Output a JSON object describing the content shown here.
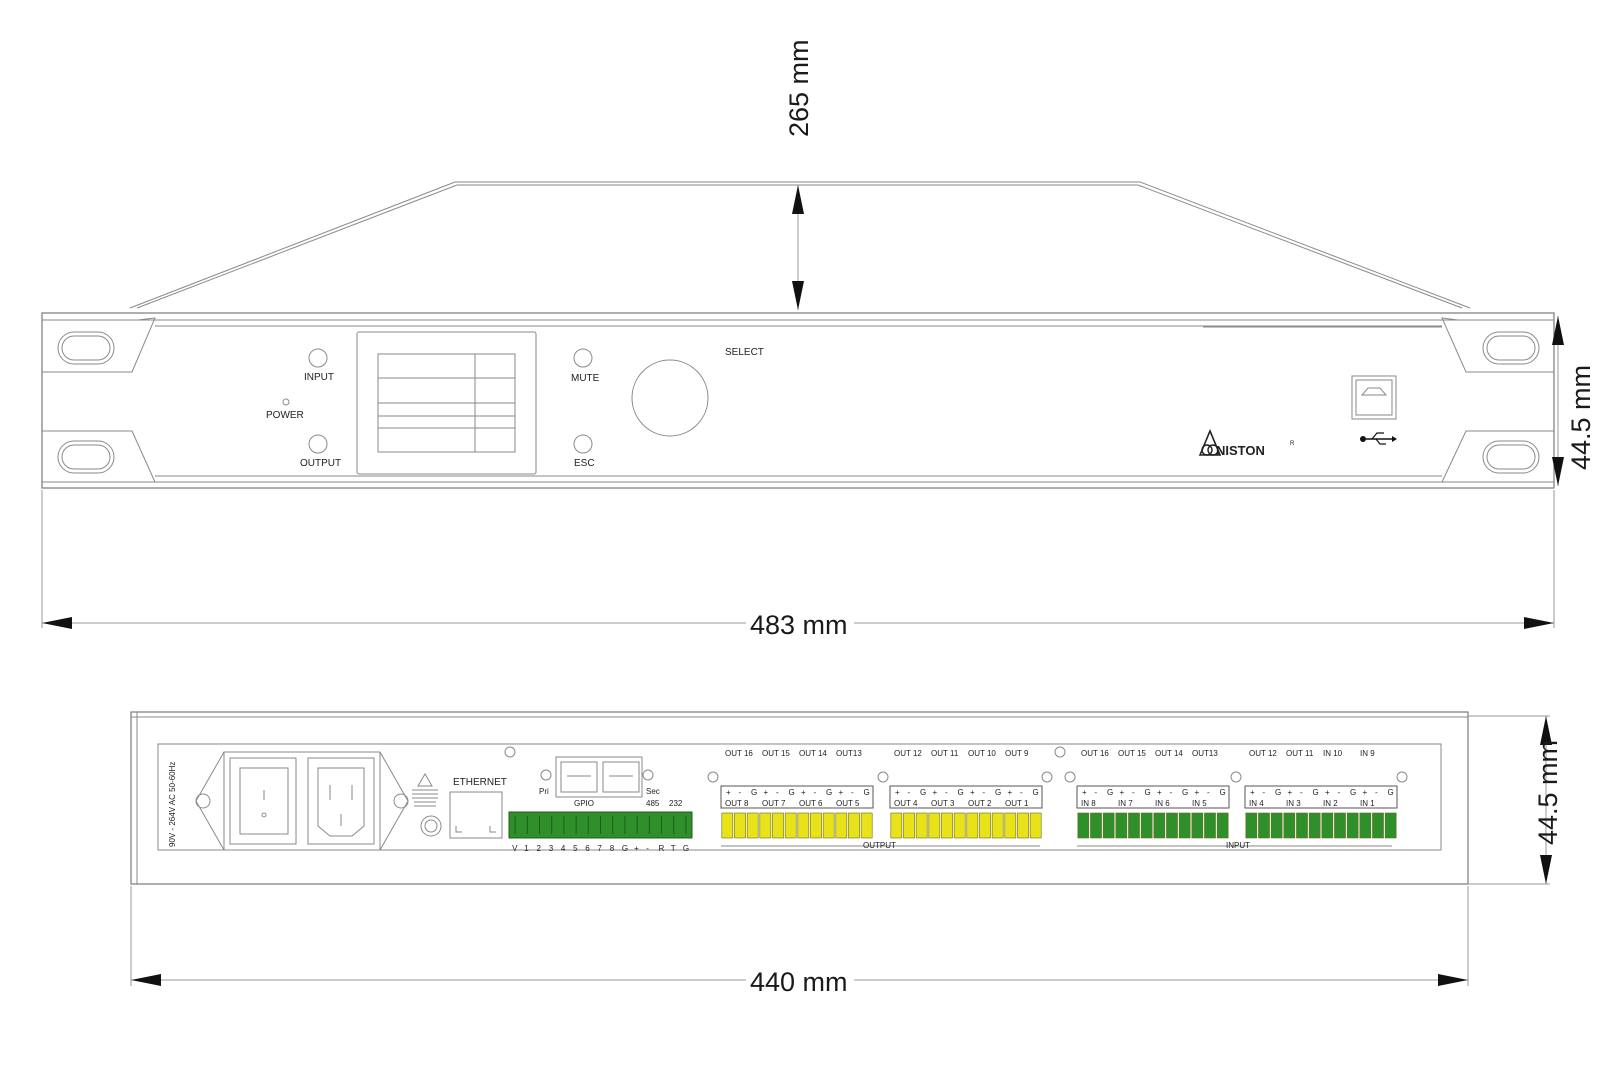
{
  "dimensions": {
    "depth": "265 mm",
    "front_height": "44.5 mm",
    "front_width": "483 mm",
    "rear_height": "44.5 mm",
    "rear_width": "440 mm"
  },
  "front_panel": {
    "input_label": "INPUT",
    "power_label": "POWER",
    "output_label": "OUTPUT",
    "mute_label": "MUTE",
    "esc_label": "ESC",
    "select_label": "SELECT",
    "brand": "NISTON",
    "trademark": "R"
  },
  "rear_panel": {
    "voltage": "90V - 264V AC 50-60Hz",
    "ethernet": "ETHERNET",
    "pri": "Pri",
    "sec": "Sec",
    "gpio": "GPIO",
    "port_485": "485",
    "port_232": "232",
    "gpio_pins": [
      "V",
      "1",
      "2",
      "3",
      "4",
      "5",
      "6",
      "7",
      "8",
      "G",
      "+",
      "-",
      "R",
      "T",
      "G"
    ],
    "output_group_label": "OUTPUT",
    "input_group_label": "INPUT",
    "pin_marks": [
      "+",
      "-",
      "G",
      "+",
      "-",
      "G",
      "+",
      "-",
      "G",
      "+",
      "-",
      "G"
    ],
    "connector_groups": [
      {
        "top": [
          "OUT 16",
          "OUT 15",
          "OUT 14",
          "OUT13"
        ],
        "bottom": [
          "OUT 8",
          "OUT 7",
          "OUT 6",
          "OUT 5"
        ],
        "color": "#e8e21a"
      },
      {
        "top": [
          "OUT 12",
          "OUT 11",
          "OUT 10",
          "OUT 9"
        ],
        "bottom": [
          "OUT 4",
          "OUT 3",
          "OUT 2",
          "OUT 1"
        ],
        "color": "#e8e21a"
      },
      {
        "top": [
          "OUT 16",
          "OUT 15",
          "OUT 14",
          "OUT13"
        ],
        "bottom": [
          "IN 8",
          "IN 7",
          "IN 6",
          "IN 5"
        ],
        "color": "#2f8f2a"
      },
      {
        "top": [
          "OUT 12",
          "OUT 11",
          "IN 10",
          "IN 9"
        ],
        "bottom": [
          "IN 4",
          "IN 3",
          "IN 2",
          "IN 1"
        ],
        "color": "#2f8f2a"
      }
    ],
    "gpio_color": "#2f8f2a"
  }
}
